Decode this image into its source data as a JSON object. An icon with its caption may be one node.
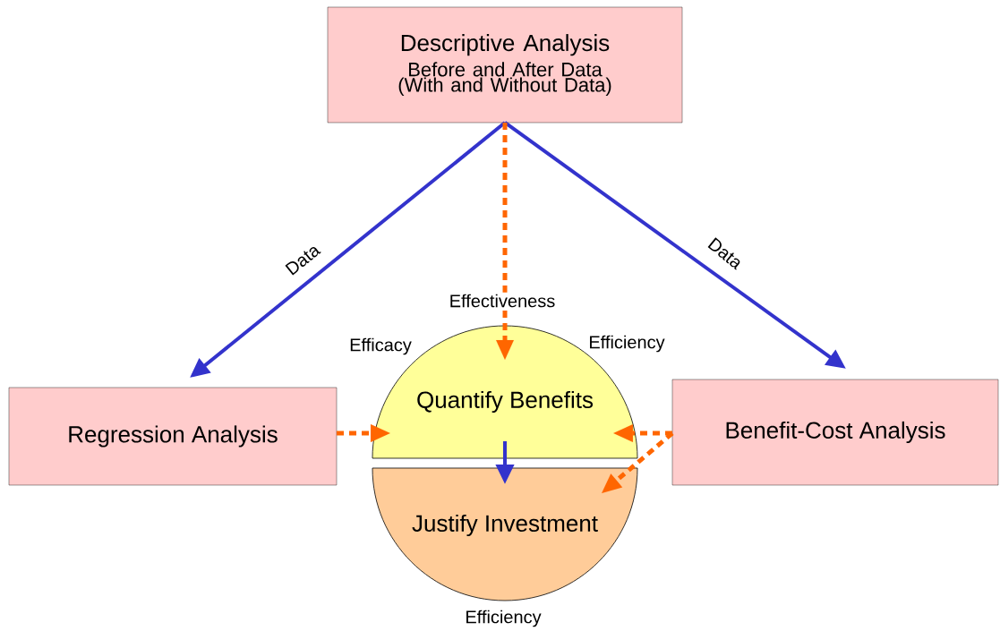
{
  "diagram": {
    "nodes": [
      {
        "text": [
          "Descriptive Analysis",
          "Before and After Data (With and Without Data)"
        ]
      },
      {
        "text": [
          "Regression Analysis"
        ]
      },
      {
        "text": [
          "Quantify Benefits"
        ]
      },
      {
        "text": [
          "Justify Investment"
        ],
        "beside": [
          "Efficiency"
        ]
      },
      {
        "text": [
          "Benefit-Cost Analysis"
        ]
      }
    ],
    "edges": [
      {
        "from": 0,
        "to": 1,
        "arrow": "to",
        "label": "Data",
        "color": "#3333cc"
      },
      {
        "from": 0,
        "to": 4,
        "arrow": "to",
        "label": "Data",
        "color": "#3333cc"
      },
      {
        "from": 0,
        "to": 2,
        "arrow": "to",
        "label": "Effectiveness",
        "style": "dashed"
      },
      {
        "from": 1,
        "to": 2,
        "arrow": "to",
        "style": "dashed"
      },
      {
        "from": 4,
        "to": 2,
        "arrow": "to",
        "style": "dashed"
      },
      {
        "from": 4,
        "to": 3,
        "arrow": "to",
        "style": "dashed"
      },
      {
        "from": 2,
        "to": 3,
        "arrow": "to",
        "color": "#3333cc"
      }
    ],
    "labels": [
      "Efficacy",
      "Efficiency"
    ]
  }
}
